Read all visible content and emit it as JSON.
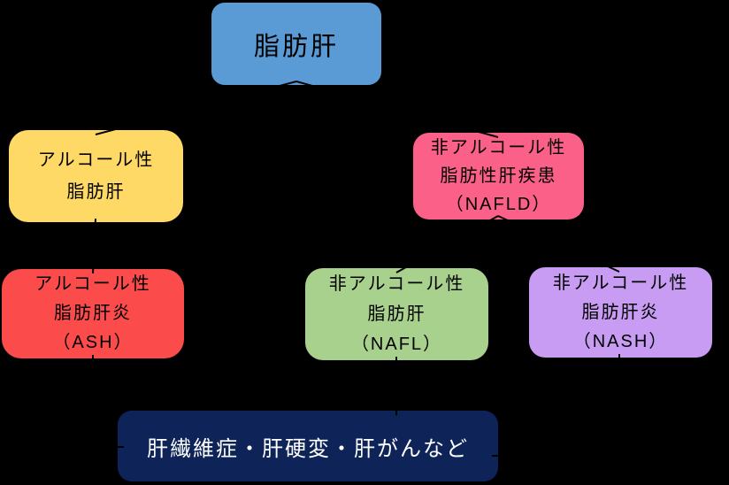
{
  "canvas": {
    "background_color": "#000000"
  },
  "diagram": {
    "nodes": {
      "fatty_liver": {
        "label": "脂肪肝",
        "color": "#5B9BD5",
        "text_color": "#000000"
      },
      "alcoholic_fatty_liver": {
        "line1": "アルコール性",
        "line2": "脂肪肝",
        "color": "#FFD966",
        "text_color": "#000000"
      },
      "nafld": {
        "line1": "非アルコール性",
        "line2": "脂肪性肝疾患",
        "line3": "（NAFLD）",
        "color": "#FB6088",
        "text_color": "#000000"
      },
      "ash": {
        "line1": "アルコール性",
        "line2": "脂肪肝炎",
        "line3": "（ASH）",
        "color": "#FB4B4B",
        "text_color": "#000000"
      },
      "nafl": {
        "line1": "非アルコール性",
        "line2": "脂肪肝",
        "line3": "（NAFL）",
        "color": "#A9D18E",
        "text_color": "#000000"
      },
      "nash": {
        "line1": "非アルコール性",
        "line2": "脂肪肝炎",
        "line3": "（NASH）",
        "color": "#C79CF2",
        "text_color": "#000000"
      },
      "outcome": {
        "label": "肝繊維症・肝硬変・肝がんなど",
        "color": "#0E2459",
        "text_color": "#FFFFFF"
      }
    }
  }
}
